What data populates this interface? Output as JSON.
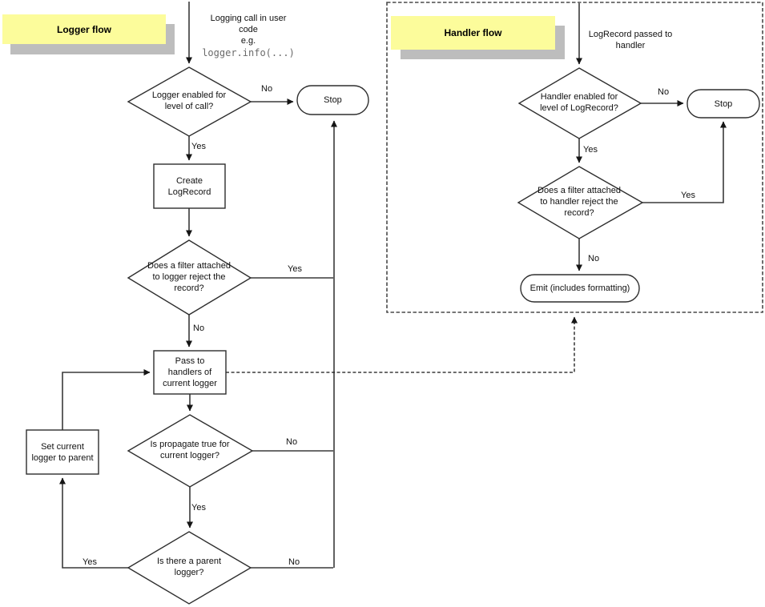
{
  "colors": {
    "sticky_fill": "#fcfc9b",
    "sticky_shadow": "#bdbdbd",
    "line": "#3a3a3a",
    "border": "#2e2e2e",
    "code_text": "#6a6a6a",
    "container_dash": "#4a4a4a"
  },
  "labels": {
    "yes": "Yes",
    "no": "No"
  },
  "logger": {
    "title": "Logger flow",
    "entry": "Logging call in user\ncode\ne.g.",
    "entry_code": "logger.info(...)",
    "decision_enabled": "Logger enabled for\nlevel of call?",
    "stop": "Stop",
    "create": "Create\nLogRecord",
    "decision_filter": "Does a filter attached\nto logger reject the\nrecord?",
    "pass": "Pass to\nhandlers of\ncurrent logger",
    "decision_propagate": "Is propagate true for\ncurrent logger?",
    "decision_parent": "Is there a parent\nlogger?",
    "set_parent": "Set current\nlogger to parent"
  },
  "handler": {
    "title": "Handler flow",
    "entry": "LogRecord passed to\nhandler",
    "decision_enabled": "Handler enabled for\nlevel of LogRecord?",
    "stop": "Stop",
    "decision_filter": "Does a filter attached\nto handler reject the\nrecord?",
    "emit": "Emit (includes formatting)"
  }
}
